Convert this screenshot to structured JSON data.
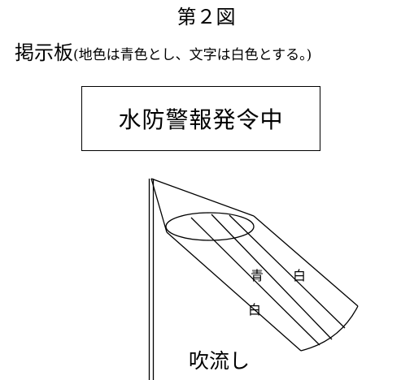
{
  "figure": {
    "title": "第２図"
  },
  "sign": {
    "caption_main": "掲示板",
    "caption_note": "(地色は青色とし、文字は白色とする。)",
    "board_text": "水防警報発令中"
  },
  "streamer": {
    "caption": "吹流し",
    "stripe_labels": [
      "青",
      "白",
      "白"
    ],
    "colors": {
      "line": "#000000",
      "background": "#ffffff"
    }
  }
}
